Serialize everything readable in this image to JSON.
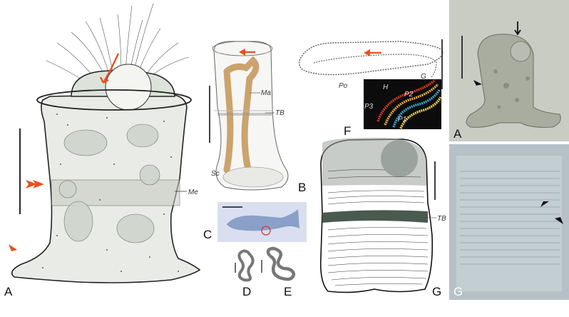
{
  "figure": {
    "panels": {
      "A": {
        "letter": "A",
        "label_me": "Me"
      },
      "B": {
        "letter": "B",
        "label_ma": "Ma",
        "label_tb": "TB",
        "label_sc": "Sc"
      },
      "C": {
        "letter": "C"
      },
      "D": {
        "letter": "D"
      },
      "E": {
        "letter": "E"
      },
      "F": {
        "letter": "F",
        "label_po": "Po",
        "label_g": "G",
        "label_h": "H",
        "label_p1": "P1",
        "label_p2": "P2",
        "label_p3": "P3"
      },
      "G": {
        "letter": "G",
        "label_tb": "TB"
      },
      "photoA": {
        "letter": "A"
      },
      "photoG": {
        "letter": "G"
      }
    },
    "colors": {
      "arrow_orange": "#e8511d",
      "macronucleus": "#c79a5e",
      "fish_fill": "#8aa0c8",
      "fish_bg": "#d9dff0",
      "shaded_gray": "#9aa39d",
      "band_dark": "#4a5a4e",
      "photo_bg": "#c9ccc3",
      "photo_dic": "#b5c1c6"
    }
  }
}
